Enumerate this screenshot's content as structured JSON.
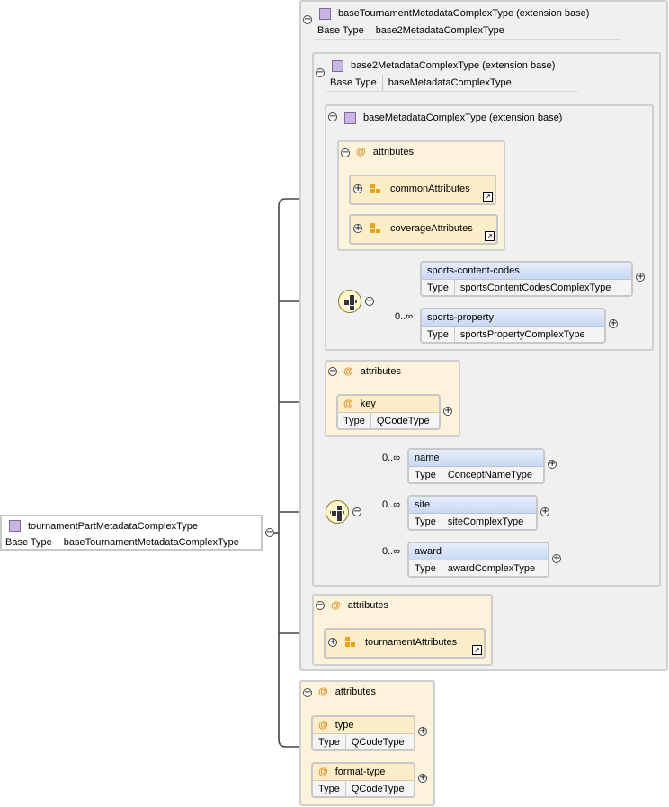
{
  "root": {
    "name": "tournamentPartMetadataComplexType",
    "base_label": "Base Type",
    "base_value": "baseTournamentMetadataComplexType"
  },
  "ext1": {
    "title": "baseTournamentMetadataComplexType (extension base)",
    "base_label": "Base Type",
    "base_value": "base2MetadataComplexType"
  },
  "ext2": {
    "title": "base2MetadataComplexType (extension base)",
    "base_label": "Base Type",
    "base_value": "baseMetadataComplexType"
  },
  "ext3": {
    "title": "baseMetadataComplexType (extension base)"
  },
  "attrs1": {
    "title": "attributes",
    "refs": [
      "commonAttributes",
      "coverageAttributes"
    ]
  },
  "seq1": {
    "elements": [
      {
        "name": "sports-content-codes",
        "type_label": "Type",
        "type": "sportsContentCodesComplexType",
        "card": ""
      },
      {
        "name": "sports-property",
        "type_label": "Type",
        "type": "sportsPropertyComplexType",
        "card": "0..∞"
      }
    ]
  },
  "attrs2": {
    "title": "attributes",
    "items": [
      {
        "name": "key",
        "type_label": "Type",
        "type": "QCodeType"
      }
    ]
  },
  "seq2": {
    "elements": [
      {
        "name": "name",
        "type_label": "Type",
        "type": "ConceptNameType",
        "card": "0..∞"
      },
      {
        "name": "site",
        "type_label": "Type",
        "type": "siteComplexType",
        "card": "0..∞"
      },
      {
        "name": "award",
        "type_label": "Type",
        "type": "awardComplexType",
        "card": "0..∞"
      }
    ]
  },
  "attrs3": {
    "title": "attributes",
    "refs": [
      "tournamentAttributes"
    ]
  },
  "attrs4": {
    "title": "attributes",
    "items": [
      {
        "name": "type",
        "type_label": "Type",
        "type": "QCodeType"
      },
      {
        "name": "format-type",
        "type_label": "Type",
        "type": "QCodeType"
      }
    ]
  },
  "symbols": {
    "collapse": "−",
    "expand": "+",
    "at": "@",
    "ref_arrow": "↗"
  }
}
